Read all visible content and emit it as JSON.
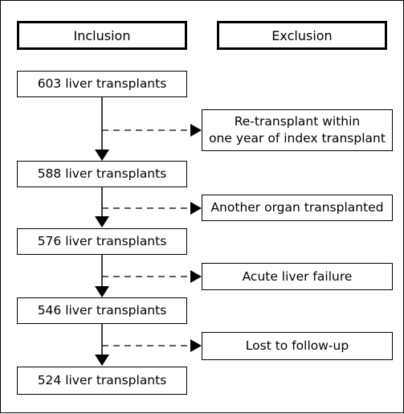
{
  "headers": {
    "inclusion": "Inclusion",
    "exclusion": "Exclusion"
  },
  "stages": [
    {
      "label": "603 liver transplants"
    },
    {
      "label": "588 liver transplants"
    },
    {
      "label": "576 liver transplants"
    },
    {
      "label": "546 liver transplants"
    },
    {
      "label": "524 liver transplants"
    }
  ],
  "exclusions": [
    {
      "label": "Re-transplant within\none year of index transplant"
    },
    {
      "label": "Another organ transplanted"
    },
    {
      "label": "Acute liver failure"
    },
    {
      "label": "Lost to follow-up"
    }
  ],
  "colors": {
    "line": "#000000",
    "box_border": "#000000",
    "background": "#ffffff"
  }
}
